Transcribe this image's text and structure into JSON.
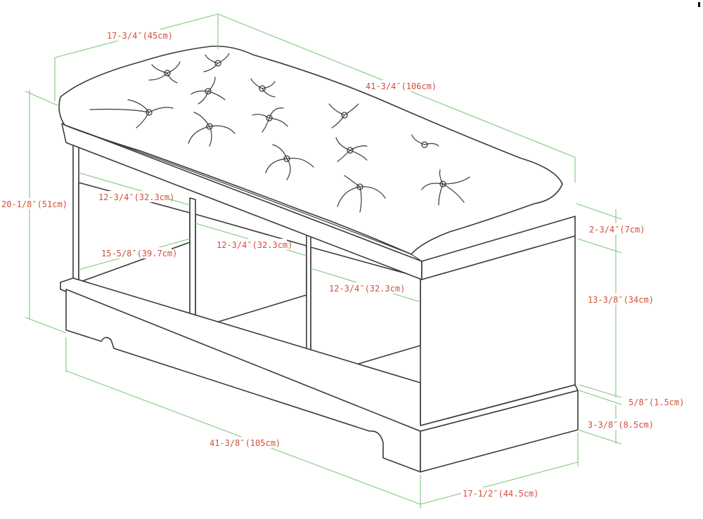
{
  "dimensions": {
    "top_depth": "17-3/4″(45cm)",
    "top_width": "41-3/4″(106cm)",
    "overall_height": "20-1/8″(51cm)",
    "cubby_width_left": "12-3/4″(32.3cm)",
    "cubby_height": "15-5/8″(39.7cm)",
    "cubby_width_middle": "12-3/4″(32.3cm)",
    "cubby_width_right": "12-3/4″(32.3cm)",
    "cushion_height": "2-3/4″(7cm)",
    "side_height": "13-3/8″(34cm)",
    "shelf_thickness": "5/8″(1.5cm)",
    "base_height": "3-3/8″(8.5cm)",
    "base_width": "41-3/8″(105cm)",
    "base_depth": "17-1/2″(44.5cm)"
  },
  "colors": {
    "dimension_lines": "#7ec77e",
    "dimension_text": "#d0503a",
    "outline": "#3a3a3a"
  }
}
